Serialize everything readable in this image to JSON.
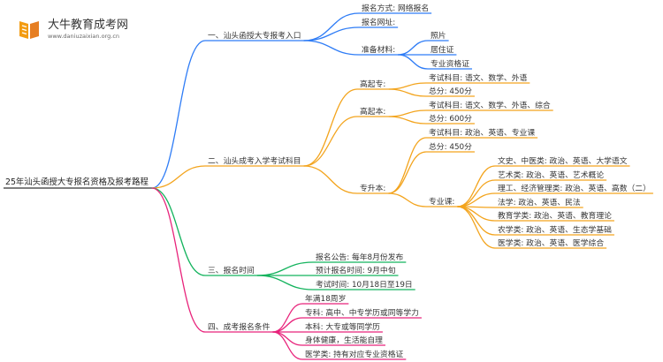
{
  "logo": {
    "title": "大牛教育成考网",
    "url": "www.daniuzaixian.org.cn"
  },
  "root": "25年汕头函授大专报名资格及报考路程",
  "colors": {
    "branch1": "#2e7cf6",
    "branch2": "#f3a41d",
    "branch3": "#13b35d",
    "branch4": "#e8237b"
  },
  "branches": [
    {
      "label": "一、汕头函授大专报考入口",
      "children": [
        {
          "label": "报名方式: 网络报名"
        },
        {
          "label": "报名网址:"
        },
        {
          "label": "准备材料:",
          "children": [
            {
              "label": "照片"
            },
            {
              "label": "居住证"
            },
            {
              "label": "专业资格证"
            }
          ]
        }
      ]
    },
    {
      "label": "二、汕头成考入学考试科目",
      "children": [
        {
          "label": "高起专:",
          "children": [
            {
              "label": "考试科目: 语文、数学、外语"
            },
            {
              "label": "总分: 450分"
            }
          ]
        },
        {
          "label": "高起本:",
          "children": [
            {
              "label": "考试科目: 语文、数学、外语、综合"
            },
            {
              "label": "总分: 600分"
            }
          ]
        },
        {
          "label": "专升本:",
          "children": [
            {
              "label": "考试科目: 政治、英语、专业课"
            },
            {
              "label": "总分: 450分"
            },
            {
              "label": "专业课:",
              "children": [
                {
                  "label": "文史、中医类: 政治、英语、大学语文"
                },
                {
                  "label": "艺术类: 政治、英语、艺术概论"
                },
                {
                  "label": "理工、经济管理类: 政治、英语、高数（二）"
                },
                {
                  "label": "法学: 政治、英语、民法"
                },
                {
                  "label": "教育学类: 政治、英语、教育理论"
                },
                {
                  "label": "农学类: 政治、英语、生态学基础"
                },
                {
                  "label": "医学类: 政治、英语、医学综合"
                }
              ]
            }
          ]
        }
      ]
    },
    {
      "label": "三、报名时间",
      "children": [
        {
          "label": "报名公告: 每年8月份发布"
        },
        {
          "label": "预计报名时间: 9月中旬"
        },
        {
          "label": "考试时间: 10月18日至19日"
        }
      ]
    },
    {
      "label": "四、成考报名条件",
      "children": [
        {
          "label": "年满18周岁"
        },
        {
          "label": "专科: 高中、中专学历或同等学力"
        },
        {
          "label": "本科: 大专或等同学历"
        },
        {
          "label": "身体健康，生活能自理"
        },
        {
          "label": "医学类: 持有对应专业资格证"
        }
      ]
    }
  ]
}
